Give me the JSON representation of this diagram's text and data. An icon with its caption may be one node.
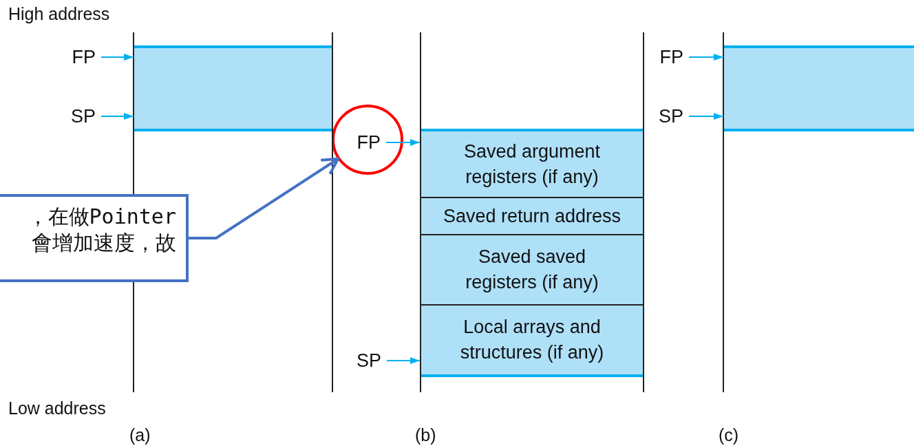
{
  "diagram": {
    "nodes": [
      {
        "text": [
          "FP"
        ]
      },
      {
        "text": [
          "SP"
        ]
      },
      {
        "text": [],
        "shape": "box"
      },
      {
        "text": [],
        "shape": "circle"
      },
      {
        "text": [
          "FP"
        ],
        "in": 3
      },
      {
        "text": [
          "Saved argument registers (if any)"
        ]
      },
      {
        "text": [
          "Saved return address"
        ]
      },
      {
        "text": [
          "Saved saved registers (if any)"
        ]
      },
      {
        "text": [
          "Local arrays and structures (if any)"
        ]
      },
      {
        "text": [
          "SP"
        ]
      },
      {
        "text": [
          "FP"
        ]
      },
      {
        "text": [
          "SP"
        ]
      },
      {
        "text": [],
        "shape": "box"
      },
      {
        "text": [
          "，在做Pointer會增加速度，故"
        ]
      }
    ],
    "edges": [
      {
        "from": 0,
        "to": 2,
        "arrow": "to"
      },
      {
        "from": 1,
        "to": 2,
        "arrow": "to"
      },
      {
        "from": 4,
        "to": 5,
        "arrow": "to"
      },
      {
        "from": 9,
        "to": 8,
        "arrow": "to"
      },
      {
        "from": 10,
        "to": 12,
        "arrow": "to"
      },
      {
        "from": 11,
        "to": 12,
        "arrow": "to"
      },
      {
        "from": 13,
        "to": 3,
        "arrow": "to",
        "style": "thick",
        "color": "#4472c4"
      }
    ],
    "labels": [
      "High address",
      "Low address",
      "(a)",
      "(b)",
      "(c)"
    ]
  }
}
